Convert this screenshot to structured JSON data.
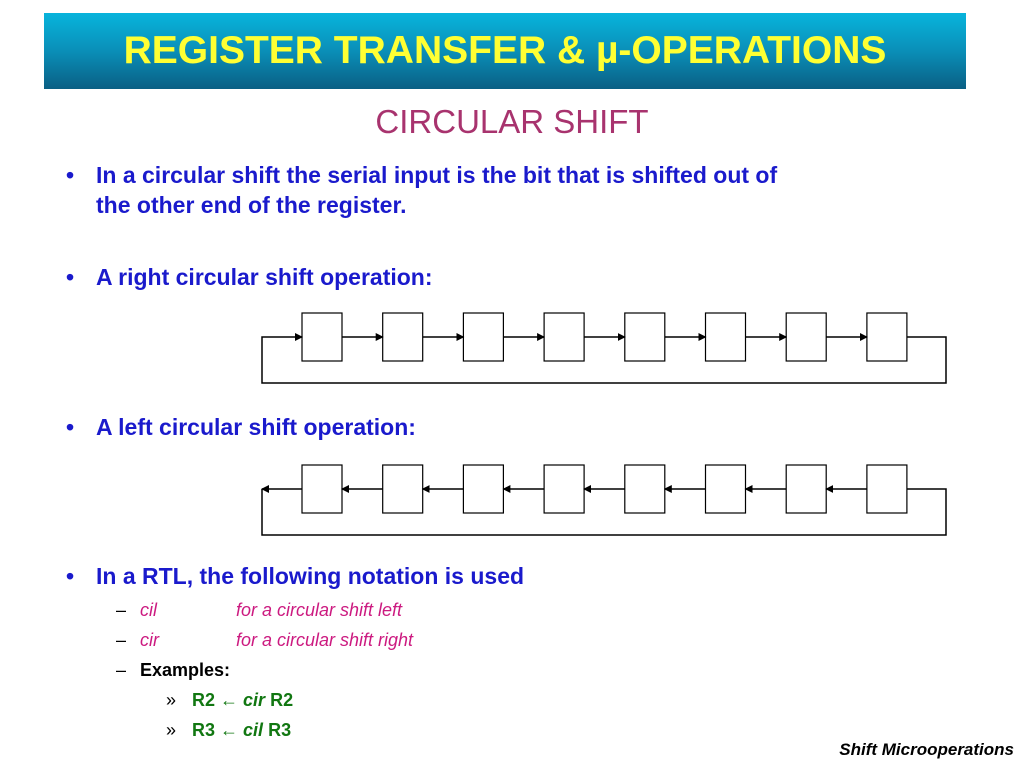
{
  "header": {
    "title": "REGISTER TRANSFER & µ-OPERATIONS"
  },
  "slide": {
    "subtitle": "CIRCULAR SHIFT"
  },
  "bullets": [
    {
      "line1": "In a circular shift the serial input is the bit that is shifted out of",
      "line2": "the other end of the register."
    },
    {
      "text": "A right circular shift operation:"
    },
    {
      "text": "A left circular shift operation:"
    },
    {
      "text": "In a RTL, the following notation is used"
    }
  ],
  "notation": [
    {
      "keyword": "cil",
      "description": "for a circular shift left"
    },
    {
      "keyword": "cir",
      "description": "for a circular shift right"
    }
  ],
  "examples_label": "Examples:",
  "examples": [
    {
      "dest": "R2",
      "arrow": "←",
      "op": "cir",
      "src": "R2"
    },
    {
      "dest": "R3",
      "arrow": "←",
      "op": "cil",
      "src": "R3"
    }
  ],
  "symbols": {
    "bullet": "•",
    "dash": "–",
    "raquo": "»"
  },
  "footer": {
    "text": "Shift Microoperations"
  },
  "diagrams": {
    "right_shift": {
      "direction": "right",
      "cells": 8
    },
    "left_shift": {
      "direction": "left",
      "cells": 8
    }
  }
}
